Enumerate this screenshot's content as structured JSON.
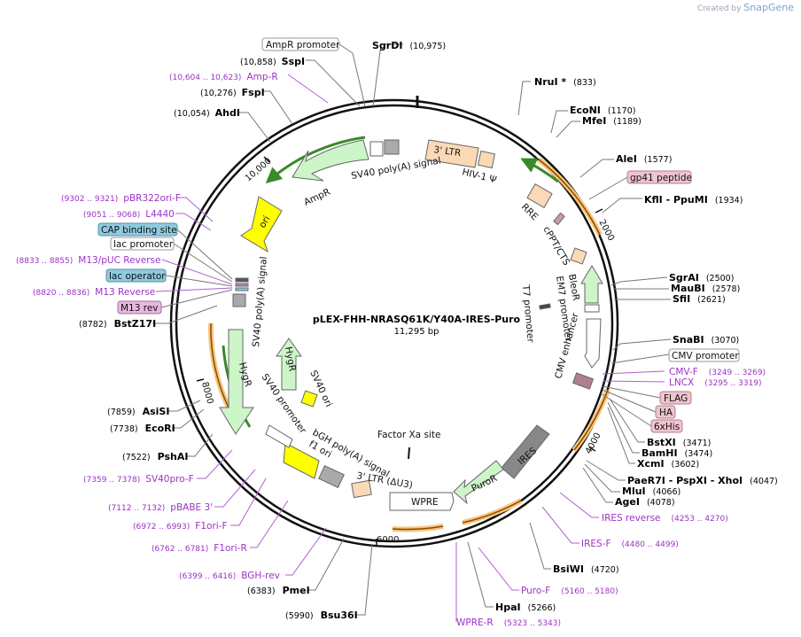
{
  "credit": {
    "prefix": "Created by",
    "brand": "SnapGene"
  },
  "plasmid": {
    "name": "pLEX-FHH-NRASQ61K/Y40A-IRES-Puro",
    "size": "11,295 bp"
  },
  "ticks": [
    "2000",
    "4000",
    "6000",
    "8000",
    "10,000"
  ],
  "site_labels": [
    {
      "name": "SgrDI",
      "pos": "(10,975)"
    },
    {
      "name": "SspI",
      "pos": "(10,858)"
    },
    {
      "name": "FspI",
      "pos": "(10,276)"
    },
    {
      "name": "AhdI",
      "pos": "(10,054)"
    },
    {
      "name": "NruI *",
      "pos": "(833)"
    },
    {
      "name": "EcoNI",
      "pos": "(1170)"
    },
    {
      "name": "MfeI",
      "pos": "(1189)"
    },
    {
      "name": "AleI",
      "pos": "(1577)"
    },
    {
      "name": "KflI - PpuMI",
      "pos": "(1934)"
    },
    {
      "name": "SgrAI",
      "pos": "(2500)"
    },
    {
      "name": "MauBI",
      "pos": "(2578)"
    },
    {
      "name": "SfiI",
      "pos": "(2621)"
    },
    {
      "name": "SnaBI",
      "pos": "(3070)"
    },
    {
      "name": "BstXI",
      "pos": "(3471)"
    },
    {
      "name": "BamHI",
      "pos": "(3474)"
    },
    {
      "name": "XcmI",
      "pos": "(3602)"
    },
    {
      "name": "PaeR7I - PspXI - XhoI",
      "pos": "(4047)"
    },
    {
      "name": "MluI",
      "pos": "(4066)"
    },
    {
      "name": "AgeI",
      "pos": "(4078)"
    },
    {
      "name": "BsiWI",
      "pos": "(4720)"
    },
    {
      "name": "HpaI",
      "pos": "(5266)"
    },
    {
      "name": "Bsu36I",
      "pos": "(5990)"
    },
    {
      "name": "PmeI",
      "pos": "(6383)"
    },
    {
      "name": "PshAI",
      "pos": "(7522)"
    },
    {
      "name": "EcoRI",
      "pos": "(7738)"
    },
    {
      "name": "AsiSI",
      "pos": "(7859)"
    },
    {
      "name": "BstZ17I",
      "pos": "(8782)"
    }
  ],
  "primer_labels": [
    {
      "name": "Amp-R",
      "pos": "(10,604 .. 10,623)"
    },
    {
      "name": "pBR322ori-F",
      "pos": "(9302 .. 9321)"
    },
    {
      "name": "L4440",
      "pos": "(9051 .. 9068)"
    },
    {
      "name": "M13/pUC Reverse",
      "pos": "(8833 .. 8855)"
    },
    {
      "name": "M13 Reverse",
      "pos": "(8820 .. 8836)"
    },
    {
      "name": "CMV-F",
      "pos": "(3249 .. 3269)"
    },
    {
      "name": "LNCX",
      "pos": "(3295 .. 3319)"
    },
    {
      "name": "IRES reverse",
      "pos": "(4253 .. 4270)"
    },
    {
      "name": "IRES-F",
      "pos": "(4480 .. 4499)"
    },
    {
      "name": "Puro-F",
      "pos": "(5160 .. 5180)"
    },
    {
      "name": "WPRE-R",
      "pos": "(5323 .. 5343)"
    },
    {
      "name": "SV40pro-F",
      "pos": "(7359 .. 7378)"
    },
    {
      "name": "pBABE 3'",
      "pos": "(7112 .. 7132)"
    },
    {
      "name": "F1ori-F",
      "pos": "(6972 .. 6993)"
    },
    {
      "name": "F1ori-R",
      "pos": "(6762 .. 6781)"
    },
    {
      "name": "BGH-rev",
      "pos": "(6399 .. 6416)"
    }
  ],
  "boxed_labels": [
    "AmpR promoter",
    "gp41 peptide",
    "CAP binding site",
    "lac promoter",
    "lac operator",
    "M13 rev",
    "CMV promoter",
    "FLAG",
    "HA",
    "6xHis"
  ],
  "feature_labels": [
    "3' LTR",
    "HIV-1 Ψ",
    "SV40 poly(A) signal",
    "AmpR",
    "ori",
    "RRE",
    "cPPT/CTS",
    "BleoR",
    "EM7 promoter",
    "T7 promoter",
    "CMV enhancer",
    "SV40 poly(A) signal",
    "HygR",
    "HygR",
    "SV40 ori",
    "SV40 promoter",
    "bGH poly(A) signal",
    "f1 ori",
    "3' LTR (ΔU3)",
    "Factor Xa site",
    "IRES",
    "PuroR",
    "WPRE"
  ],
  "colors": {
    "site_text": "#111111",
    "primer_text": "#9b33c4",
    "primer_mark": "#8b2fc9",
    "ltr": "#fbd9b6",
    "green": "#ccf5c8",
    "yellow": "#ffff00",
    "gray": "#aaaaaa",
    "orange": "#f2a33a",
    "boxed_blue": "#8fcbe0",
    "boxed_pink": "#f0c4cf",
    "line": "#555555"
  }
}
